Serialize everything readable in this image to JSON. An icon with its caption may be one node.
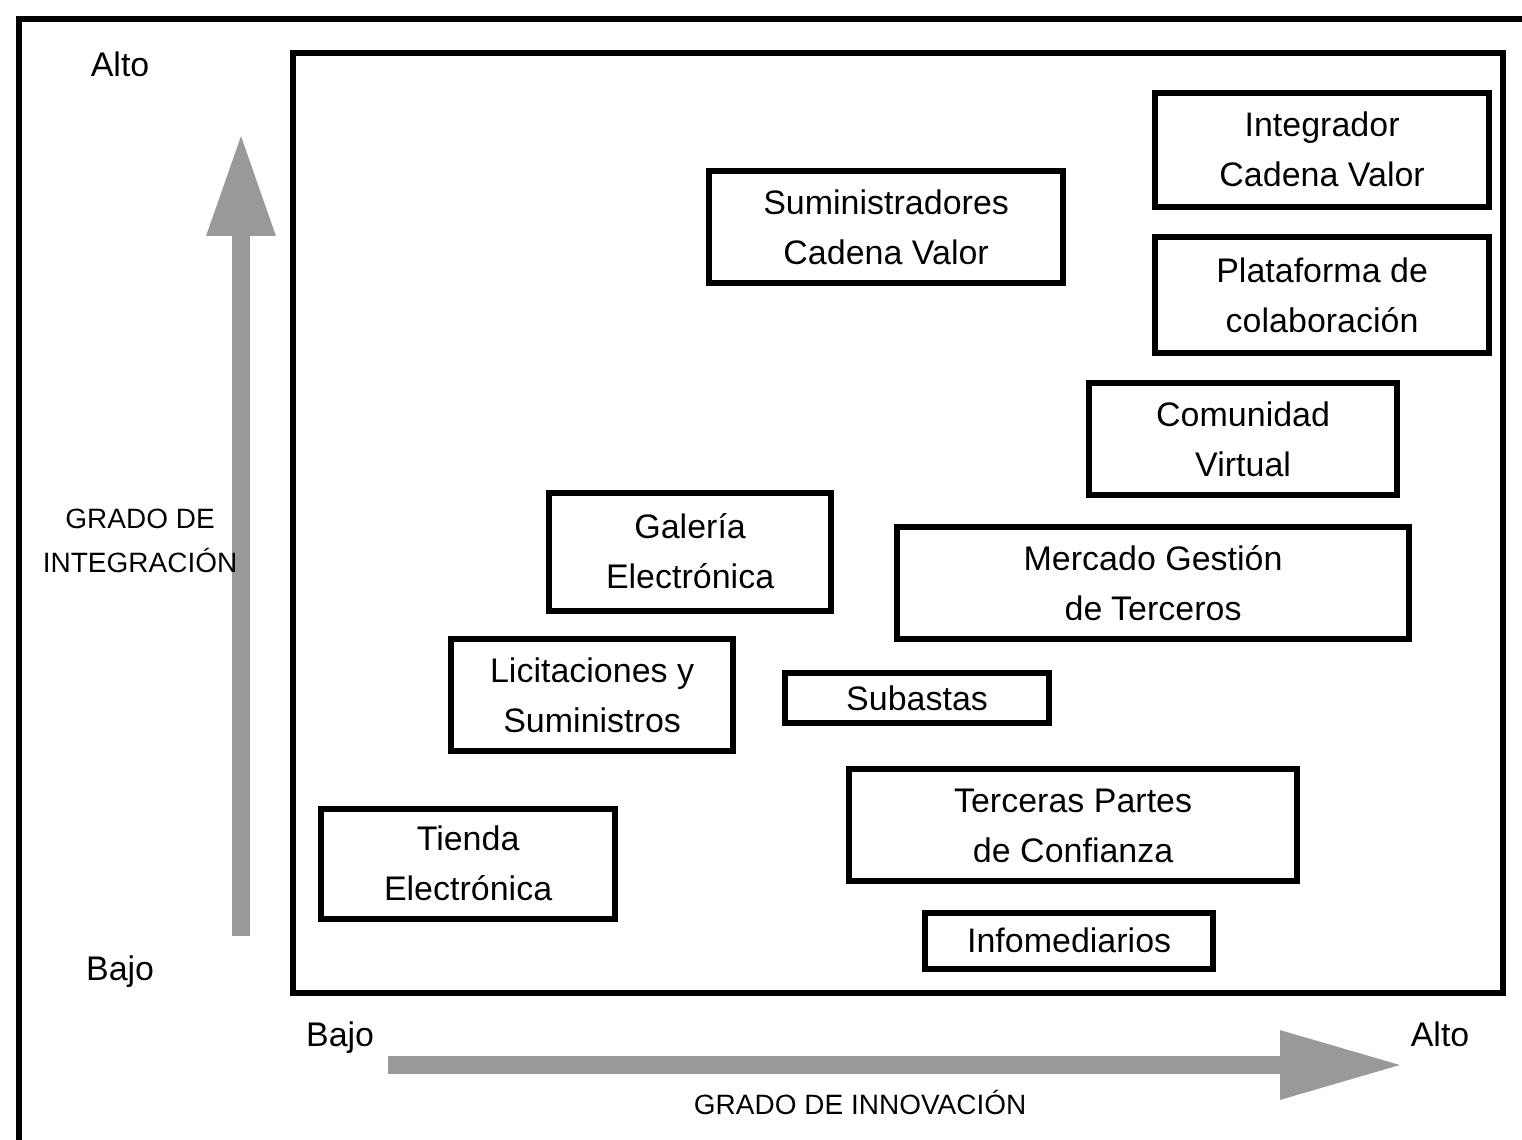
{
  "diagram": {
    "nodes": [
      {
        "text": [],
        "shape": "box"
      },
      {
        "text": [
          "Integrador Cadena Valor"
        ],
        "in": 0
      },
      {
        "text": [
          "Suministradores Cadena Valor"
        ],
        "in": 0
      },
      {
        "text": [
          "Plataforma de colaboración"
        ],
        "in": 0
      },
      {
        "text": [
          "Comunidad Virtual"
        ],
        "in": 0
      },
      {
        "text": [
          "Galería Electrónica"
        ],
        "in": 0
      },
      {
        "text": [
          "Mercado Gestión de Terceros"
        ],
        "in": 0
      },
      {
        "text": [
          "Licitaciones y Suministros"
        ],
        "in": 0
      },
      {
        "text": [
          "Subastas"
        ],
        "in": 0
      },
      {
        "text": [
          "Terceras Partes de Confianza"
        ],
        "in": 0
      },
      {
        "text": [
          "Tienda Electrónica"
        ],
        "in": 0
      },
      {
        "text": [
          "Infomediarios"
        ],
        "in": 0
      }
    ],
    "edges": [],
    "labels": [
      "Alto",
      "GRADO DE INTEGRACIÓN",
      "Bajo",
      "Bajo",
      "Alto",
      "GRADO DE INNOVACIÓN"
    ]
  }
}
